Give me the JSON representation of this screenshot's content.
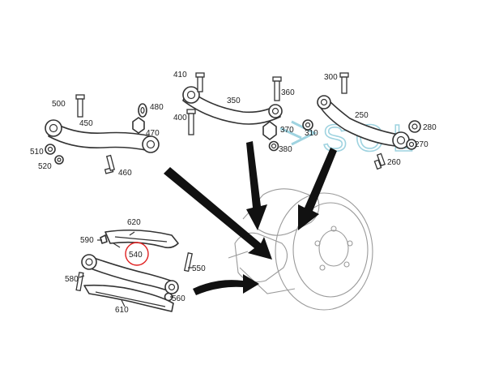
{
  "diagram": {
    "callouts": {
      "c410": "410",
      "c360": "360",
      "c300": "300",
      "c500": "500",
      "c450": "450",
      "c480": "480",
      "c470": "470",
      "c510": "510",
      "c520": "520",
      "c460": "460",
      "c350": "350",
      "c400": "400",
      "c370": "370",
      "c380": "380",
      "c250": "250",
      "c310": "310",
      "c280": "280",
      "c270": "270",
      "c260": "260",
      "c620": "620",
      "c590": "590",
      "c540": "540",
      "c550": "550",
      "c580": "580",
      "c560": "560",
      "c610": "610"
    },
    "highlight_color": "#e02020",
    "watermark": {
      "text": "SOL",
      "color": "#9fd3e0"
    }
  }
}
